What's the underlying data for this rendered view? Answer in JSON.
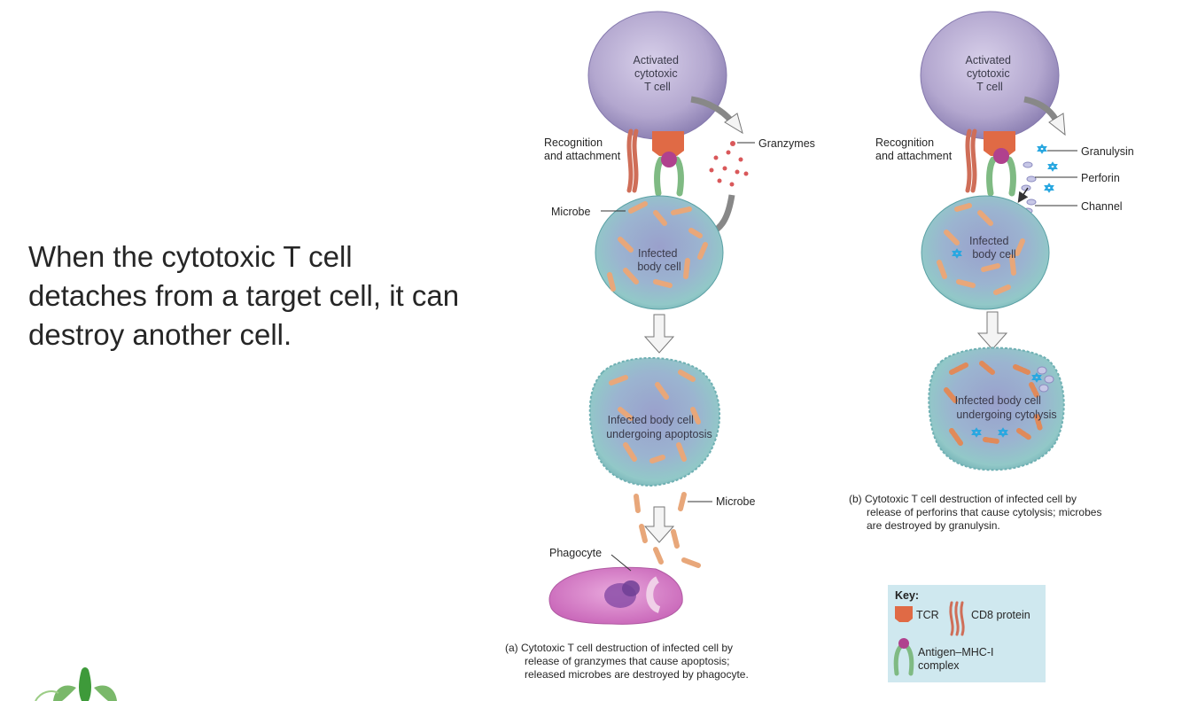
{
  "slide": {
    "text": "When the cytotoxic T cell detaches from a target cell, it can destroy another cell."
  },
  "panel_a": {
    "tcell_label": [
      "Activated",
      "cytotoxic",
      "T cell"
    ],
    "recognition_label": [
      "Recognition",
      "and attachment"
    ],
    "granzymes_label": "Granzymes",
    "microbe_label": "Microbe",
    "infected_label": [
      "Infected",
      "body cell"
    ],
    "apoptosis_label": [
      "Infected body cell",
      "undergoing apoptosis"
    ],
    "microbe_label_2": "Microbe",
    "phagocyte_label": "Phagocyte",
    "caption": [
      "(a) Cytotoxic T cell destruction of infected cell by",
      "release of granzymes that cause apoptosis;",
      "released microbes are destroyed by phagocyte."
    ]
  },
  "panel_b": {
    "tcell_label": [
      "Activated",
      "cytotoxic",
      "T cell"
    ],
    "recognition_label": [
      "Recognition",
      "and attachment"
    ],
    "granulysin_label": "Granulysin",
    "perforin_label": "Perforin",
    "channel_label": "Channel",
    "infected_label": [
      "Infected",
      "body cell"
    ],
    "cytolysis_label": [
      "Infected body cell",
      "undergoing cytolysis"
    ],
    "caption": [
      "(b) Cytotoxic T cell destruction of infected cell by",
      "release of perforins that cause cytolysis; microbes",
      "are destroyed by granulysin."
    ]
  },
  "key": {
    "title": "Key:",
    "tcr": "TCR",
    "cd8": "CD8 protein",
    "antigen": [
      "Antigen–MHC-I",
      "complex"
    ]
  },
  "colors": {
    "tcell": "#b3a7cf",
    "infected_cell": "#92c8c8",
    "microbe": "#e8a77a",
    "tcr": "#e06a45",
    "cd8": "#cf6e58",
    "mhc": "#7fba83",
    "antigen": "#b0418e",
    "granzyme": "#d9585a",
    "granulysin": "#29a7e0",
    "phagocyte": "#d77bc8",
    "key_bg": "#cfe8ef"
  }
}
